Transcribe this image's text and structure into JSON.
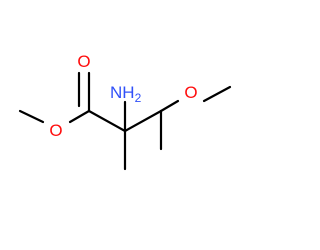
{
  "colors": {
    "bond": "#000000",
    "oxygen": "#ff0d0d",
    "nitrogen": "#3050f8",
    "background": "#ffffff"
  },
  "atoms": {
    "carbonyl_oxygen": {
      "element": "O",
      "label": "O"
    },
    "ester_oxygen": {
      "element": "O",
      "label": "O"
    },
    "ether_oxygen": {
      "element": "O",
      "label": "O"
    },
    "amine": {
      "element": "N",
      "label": "NH",
      "subscript": "2"
    }
  }
}
